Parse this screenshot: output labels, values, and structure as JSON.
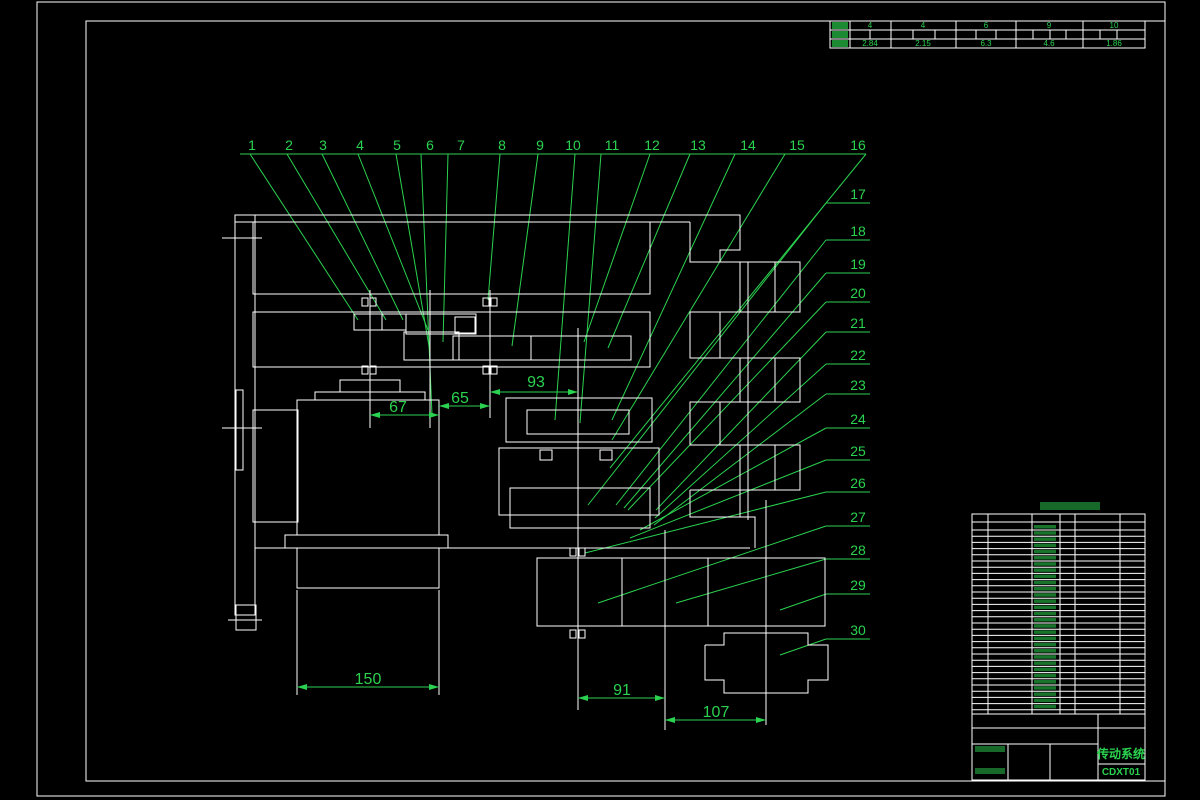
{
  "colors": {
    "background": "#000000",
    "line": "#ffffff",
    "annotation": "#2bd24f"
  },
  "balloons": [
    "1",
    "2",
    "3",
    "4",
    "5",
    "6",
    "7",
    "8",
    "9",
    "10",
    "11",
    "12",
    "13",
    "14",
    "15",
    "16",
    "17",
    "18",
    "19",
    "20",
    "21",
    "22",
    "23",
    "24",
    "25",
    "26",
    "27",
    "28",
    "29",
    "30"
  ],
  "dimensions": [
    "150",
    "91",
    "107",
    "93",
    "65",
    "67"
  ],
  "speed_table": {
    "groups": [
      "4",
      "4",
      "6",
      "9",
      "10"
    ],
    "values": [
      "2.84",
      "2.15",
      "6.3",
      "4.6",
      "1.86"
    ]
  },
  "title_block": {
    "drawing_title": "传动系统",
    "drawing_number": "CDXT01"
  }
}
